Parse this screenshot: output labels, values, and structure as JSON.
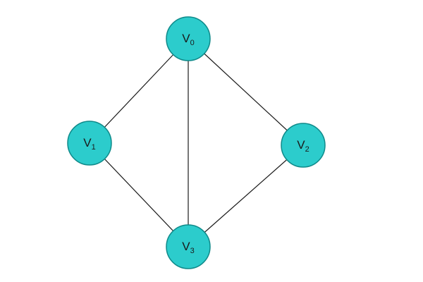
{
  "graph": {
    "node_color": "#2ccccc",
    "edge_color": "#1a1a1a",
    "nodes": [
      {
        "id": "v0",
        "label": "V",
        "sub": "0"
      },
      {
        "id": "v1",
        "label": "V",
        "sub": "1"
      },
      {
        "id": "v2",
        "label": "V",
        "sub": "2"
      },
      {
        "id": "v3",
        "label": "V",
        "sub": "3"
      }
    ],
    "edges": [
      {
        "from": "v0",
        "to": "v1"
      },
      {
        "from": "v0",
        "to": "v2"
      },
      {
        "from": "v0",
        "to": "v3"
      },
      {
        "from": "v1",
        "to": "v3"
      },
      {
        "from": "v2",
        "to": "v3"
      }
    ]
  }
}
